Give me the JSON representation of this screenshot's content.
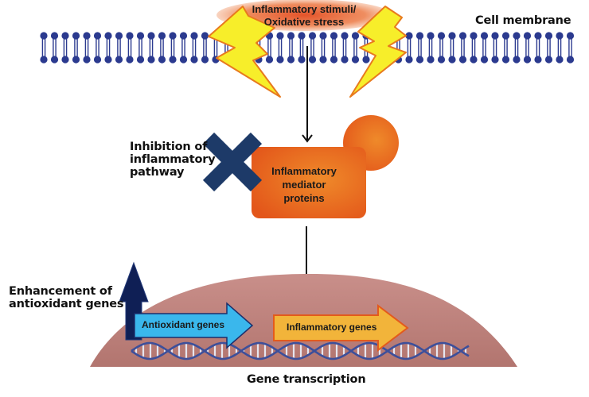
{
  "diagram": {
    "title": "Antioxidant and anti-inflammatory mechanism",
    "colors": {
      "membrane": "#2b3a8f",
      "stimulus_glow": "#e8602a",
      "lightning_fill": "#f7ee2a",
      "lightning_stroke": "#e87a1e",
      "mediator_protein": "#e8671e",
      "inhibition_x": "#1d3a68",
      "enhancement_arrow": "#0f1f55",
      "nucleus": "#b77b76",
      "antioxidant_arrow": "#3ab7ec",
      "inflammatory_arrow": "#f2b43a",
      "inflammatory_arrow_border": "#e35a1c",
      "dna": "#3d4f9a"
    },
    "labels": {
      "stimulus_line1": "Inflammatory stimuli/",
      "stimulus_line2": "Oxidative stress",
      "cell_membrane": "Cell membrane",
      "inhibition_line1": "Inhibition of",
      "inhibition_line2": "inflammatory",
      "inhibition_line3": "pathway",
      "mediator_line1": "Inflammatory",
      "mediator_line2": "mediator",
      "mediator_line3": "proteins",
      "enhancement_line1": "Enhancement of",
      "enhancement_line2": "antioxidant genes",
      "antioxidant_genes": "Antioxidant genes",
      "inflammatory_genes": "Inflammatory genes",
      "gene_transcription": "Gene transcription"
    },
    "icons": {
      "stimulus": "lightning-bolt-icon",
      "inhibition": "x-cross-icon",
      "enhancement": "up-arrow-icon",
      "dna": "dna-helix-icon",
      "membrane": "lipid-bilayer-icon"
    }
  }
}
